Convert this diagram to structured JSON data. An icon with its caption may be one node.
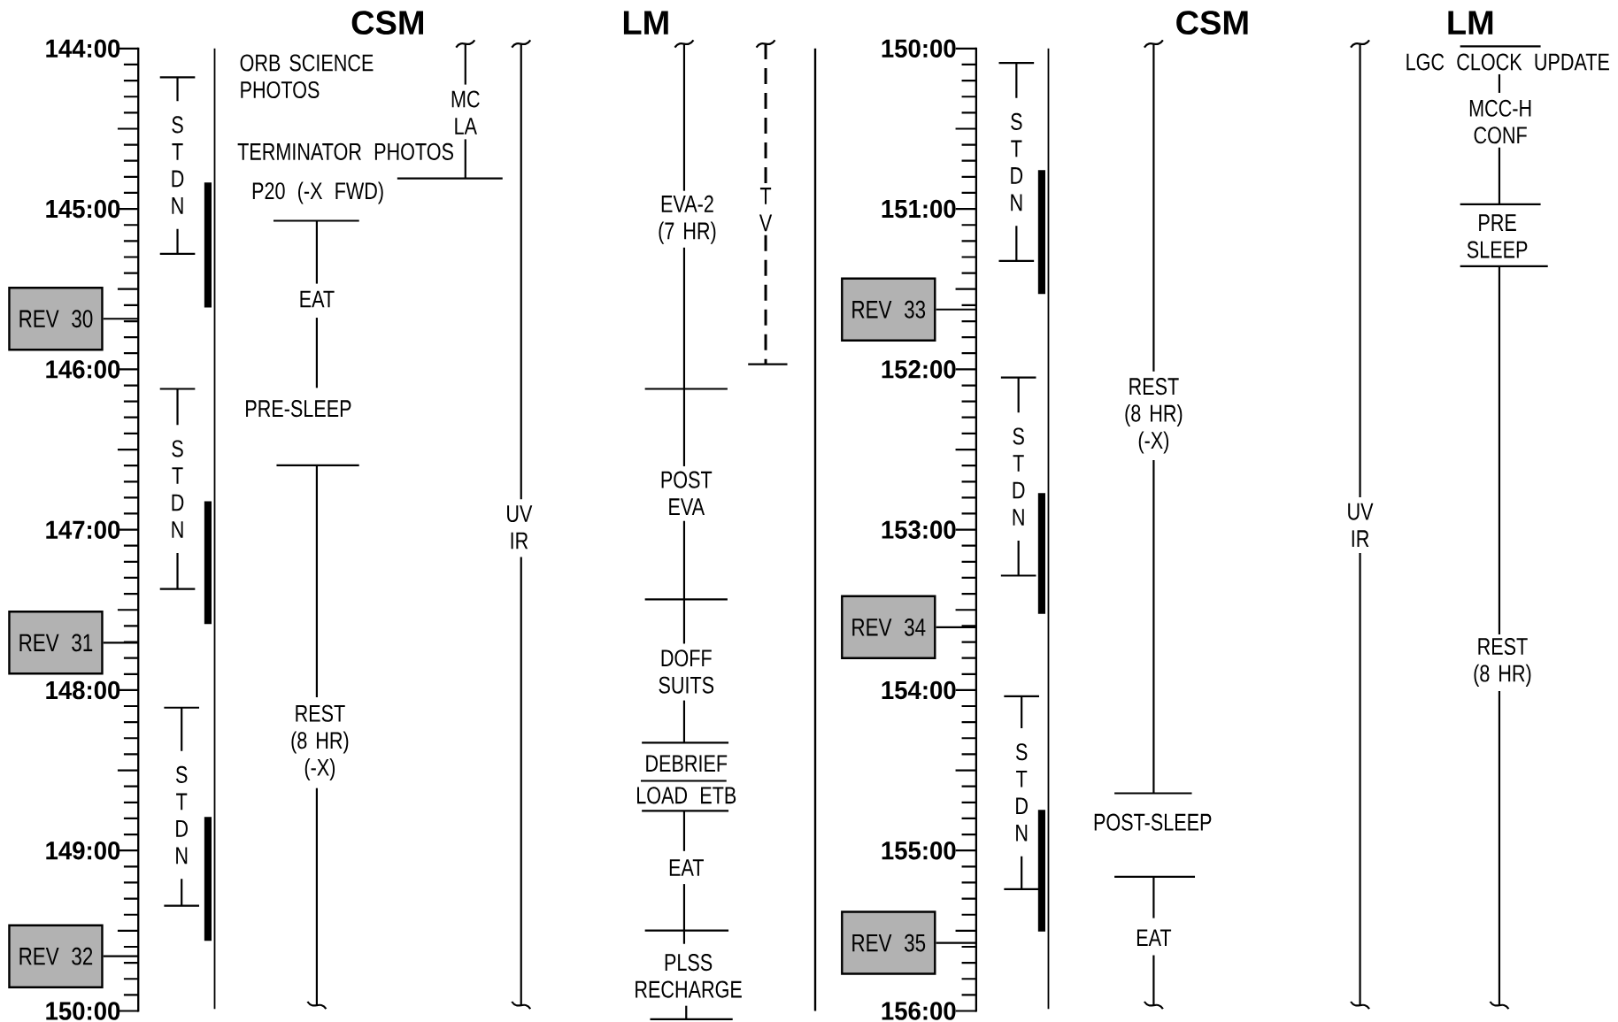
{
  "diagram": {
    "nodes": [
      {
        "text": [
          "REV 30"
        ]
      },
      {
        "text": [
          "REV 31"
        ]
      },
      {
        "text": [
          "REV 32"
        ]
      },
      {
        "text": [
          "REV 33"
        ]
      },
      {
        "text": [
          "REV 34"
        ]
      },
      {
        "text": [
          "REV 35"
        ]
      },
      {
        "text": [],
        "shape": "bar"
      },
      {
        "text": [],
        "shape": "bar"
      }
    ],
    "edges": [
      {
        "from": 0,
        "to": 6,
        "arrow": "none"
      },
      {
        "from": 1,
        "to": 6,
        "arrow": "none"
      },
      {
        "from": 2,
        "to": 6,
        "arrow": "none"
      },
      {
        "from": 3,
        "to": 7,
        "arrow": "none"
      },
      {
        "from": 4,
        "to": 7,
        "arrow": "none"
      },
      {
        "from": 5,
        "to": 7,
        "arrow": "none"
      }
    ],
    "labels": [
      "CSM",
      "LM",
      "CSM",
      "LM",
      "144:00",
      "145:00",
      "146:00",
      "147:00",
      "148:00",
      "149:00",
      "150:00",
      "150:00",
      "151:00",
      "152:00",
      "153:00",
      "154:00",
      "155:00",
      "156:00",
      "S T D N",
      "S T D N",
      "S T D N",
      "ORB SCIENCE PHOTOS",
      "TERMINATOR PHOTOS",
      "P20 (-X FWD)",
      "EAT",
      "PRE-SLEEP",
      "REST (8 HR) (-X)",
      "MC LA",
      "UV IR",
      "EVA-2 (7 HR)",
      "T V",
      "POST EVA",
      "DOFF SUITS",
      "DEBRIEF",
      "LOAD ETB",
      "EAT",
      "PLSS RECHARGE",
      "S T D N",
      "S T D N",
      "S T D N",
      "REST (8 HR) (-X)",
      "POST-SLEEP",
      "EAT",
      "UV IR",
      "LGC CLOCK UPDATE",
      "MCC-H CONF",
      "PRE SLEEP",
      "REST (8 HR)"
    ]
  }
}
